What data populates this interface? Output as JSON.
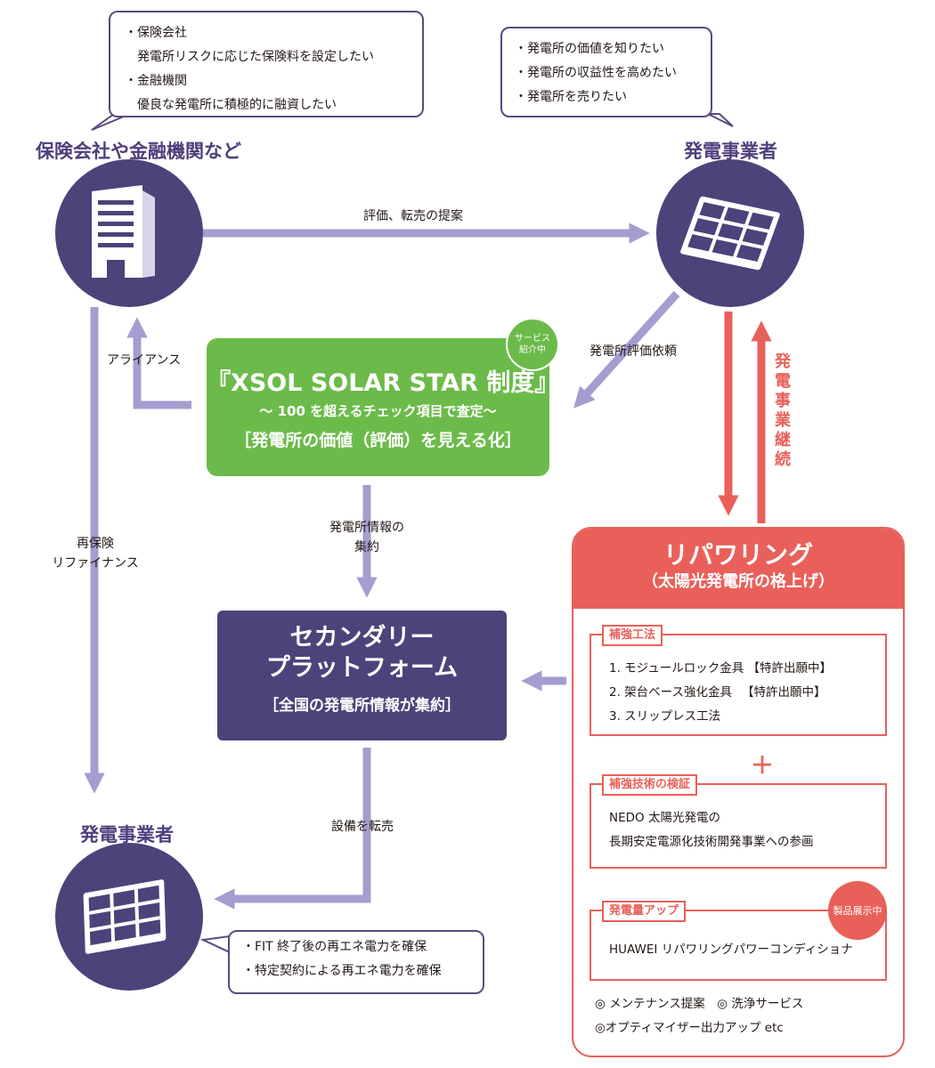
{
  "callouts": {
    "insurer": {
      "items": [
        "・保険会社",
        "　発電所リスクに応じた保険料を設定したい",
        "・金融機関",
        "　優良な発電所に積極的に融資したい"
      ]
    },
    "operator_top": {
      "items": [
        "・発電所の価値を知りたい",
        "・発電所の収益性を高めたい",
        "・発電所を売りたい"
      ]
    },
    "operator_bottom": {
      "items": [
        "・FIT 終了後の再エネ電力を確保",
        "・特定契約による再エネ電力を確保"
      ]
    }
  },
  "nodes": {
    "insurer_label": "保険会社や金融機関など",
    "operator_top_label": "発電事業者",
    "operator_bottom_label": "発電事業者"
  },
  "edges": {
    "proposal": "評価、転売の提案",
    "alliance": "アライアンス",
    "evaluation_request": "発電所評価依頼",
    "reinsurance_1": "再保険",
    "reinsurance_2": "リファイナンス",
    "aggregation_1": "発電所情報の",
    "aggregation_2": "集約",
    "resale": "設備を転売",
    "continuation": "発電事業継続"
  },
  "xsol": {
    "title": "『XSOL SOLAR STAR 制度』",
    "subtitle": "〜 100 を超えるチェック項目で査定〜",
    "bracket": "［発電所の価値（評価）を見える化］",
    "badge_1": "サービス",
    "badge_2": "紹介中"
  },
  "secondary": {
    "line1": "セカンダリー",
    "line2": "プラットフォーム",
    "line3": "［全国の発電所情報が集約］"
  },
  "repowering": {
    "title": "リパワリング",
    "subtitle": "（太陽光発電所の格上げ）",
    "plus": "＋",
    "sections": {
      "reinforcement": {
        "tag": "補強工法",
        "items": [
          "1. モジュールロック金具 【特許出願中】",
          "2. 架台ベース強化金具 　【特許出願中】",
          "3. スリップレス工法"
        ]
      },
      "verification": {
        "tag": "補強技術の検証",
        "items": [
          "NEDO 太陽光発電の",
          "長期安定電源化技術開発事業への参画"
        ]
      },
      "power_up": {
        "tag": "発電量アップ",
        "badge": "製品展示中",
        "items": [
          "HUAWEI リパワリングパワーコンディショナ"
        ]
      }
    },
    "extras": [
      "◎ メンテナンス提案　◎ 洗浄サービス",
      "◎オプティマイザー出力アップ etc"
    ]
  },
  "colors": {
    "node_purple": "#4d427a",
    "arrow_purple": "#a59cd0",
    "xsol_green": "#6cbb4a",
    "repower_red": "#e9605a"
  },
  "icons": {
    "insurer": "office-building-icon",
    "operator": "solar-panel-icon"
  }
}
